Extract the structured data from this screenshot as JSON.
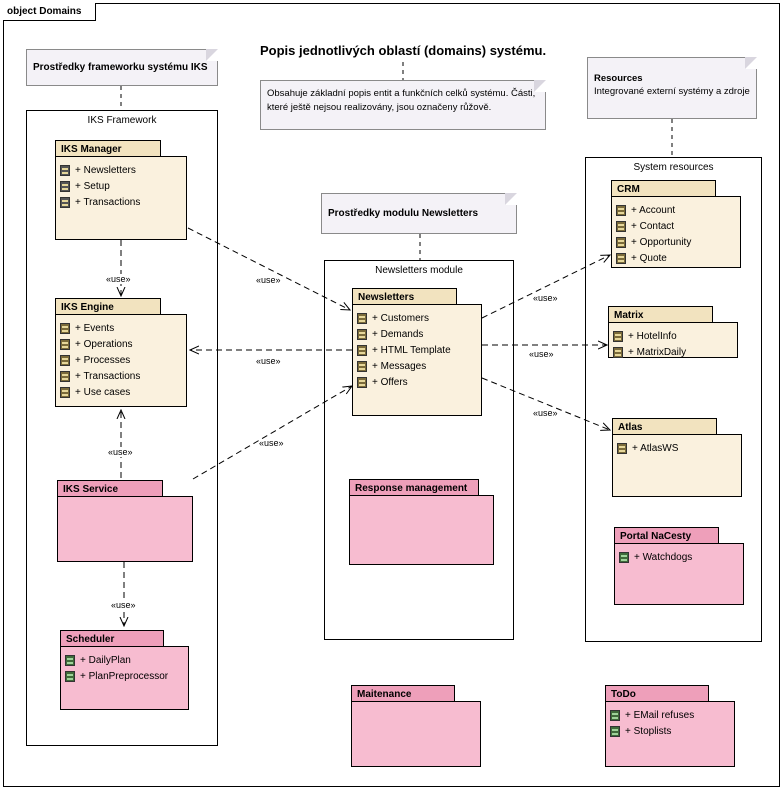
{
  "frame_title": "object Domains",
  "page_title": "Popis jednotlivých oblastí (domains) systému.",
  "notes": {
    "description": "Obsahuje základní popis entit a funkčních celků systému. Části, které ještě nejsou realizovány, jsou označeny růžově.",
    "framework": "Prostředky frameworku systému IKS",
    "newsletters": "Prostředky modulu Newsletters",
    "resources_title": "Resources",
    "resources_text": "Integrované externí systémy a zdroje"
  },
  "boundaries": {
    "framework": "IKS Framework",
    "newsletters": "Newsletters module",
    "system": "System resources"
  },
  "packages": {
    "iks_manager": {
      "name": "IKS Manager",
      "items": [
        "+ Newsletters",
        "+ Setup",
        "+ Transactions"
      ]
    },
    "iks_engine": {
      "name": "IKS Engine",
      "items": [
        "+ Events",
        "+ Operations",
        "+ Processes",
        "+ Transactions",
        "+ Use cases"
      ]
    },
    "iks_service": {
      "name": "IKS Service",
      "items": []
    },
    "scheduler": {
      "name": "Scheduler",
      "items": [
        "+ DailyPlan",
        "+ PlanPreprocessor"
      ]
    },
    "newsletters": {
      "name": "Newsletters",
      "items": [
        "+ Customers",
        "+ Demands",
        "+ HTML Template",
        "+ Messages",
        "+ Offers"
      ]
    },
    "response": {
      "name": "Response management",
      "items": []
    },
    "maintenance": {
      "name": "Maitenance",
      "items": []
    },
    "crm": {
      "name": "CRM",
      "items": [
        "+ Account",
        "+ Contact",
        "+ Opportunity",
        "+ Quote"
      ]
    },
    "matrix": {
      "name": "Matrix",
      "items": [
        "+ HotelInfo",
        "+ MatrixDaily"
      ]
    },
    "atlas": {
      "name": "Atlas",
      "items": [
        "+ AtlasWS"
      ]
    },
    "portal": {
      "name": "Portal NaCesty",
      "items": [
        "+ Watchdogs"
      ]
    },
    "todo": {
      "name": "ToDo",
      "items": [
        "+ EMail refuses",
        "+ Stoplists"
      ]
    }
  },
  "use_label": "«use»",
  "colors": {
    "implemented": "#faf1de",
    "planned": "#f7bcd0",
    "note": "#f4f2f7"
  }
}
